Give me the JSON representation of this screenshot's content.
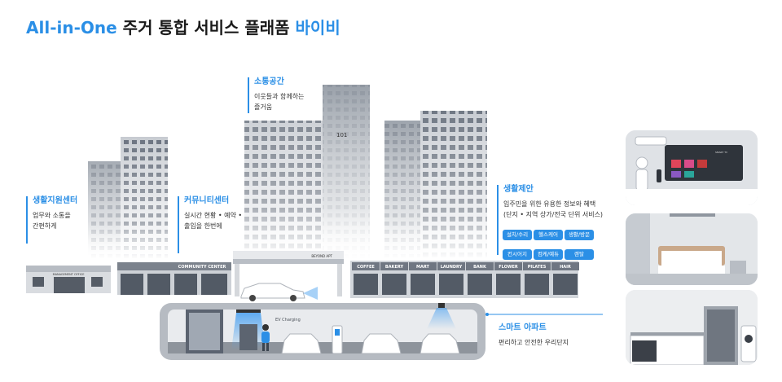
{
  "title": {
    "en": "All-in-One",
    "ko": "주거 통합 서비스 플래폼",
    "brand": "바이비"
  },
  "callouts": {
    "life_support": {
      "title": "생활지원센터",
      "lines": [
        "업무와 소통을",
        "간편하게"
      ]
    },
    "community": {
      "title": "커뮤니티센터",
      "lines": [
        "실시간 현황 • 예약 •",
        "출입을 한번에"
      ]
    },
    "communication": {
      "title": "소통공간",
      "lines": [
        "이웃들과 함께하는",
        "즐거움"
      ]
    },
    "life_offer": {
      "title": "생활제안",
      "lines": [
        "입주민을 위한 유용한 정보와 혜택",
        "(단지 • 지역 상가/전국 단위 서비스)"
      ]
    },
    "smart_apt": {
      "title": "스마트 아파트",
      "lines": [
        "편리하고 안전한 우리단지"
      ]
    }
  },
  "tags": [
    "설치/수리",
    "헬스케어",
    "생활/방문",
    "컨시어지",
    "컴케/예듀",
    "렌탈"
  ],
  "building": {
    "number": "101"
  },
  "facilities": {
    "management_office": "MANAGEMENT OFFICE",
    "community_center": "COMMUNITY CENTER",
    "gate": "BEYOND APT",
    "ev": "EV Charging"
  },
  "stores": [
    "COFFEE",
    "BAKERY",
    "MART",
    "LAUNDRY",
    "BANK",
    "FLOWER",
    "PILATES",
    "HAIR"
  ],
  "tv_brand": "SMART TV",
  "colors": {
    "accent": "#2b8fe6",
    "building": "#c9cdd3",
    "store": "#6f7682",
    "panel": "#dfe2e6"
  }
}
